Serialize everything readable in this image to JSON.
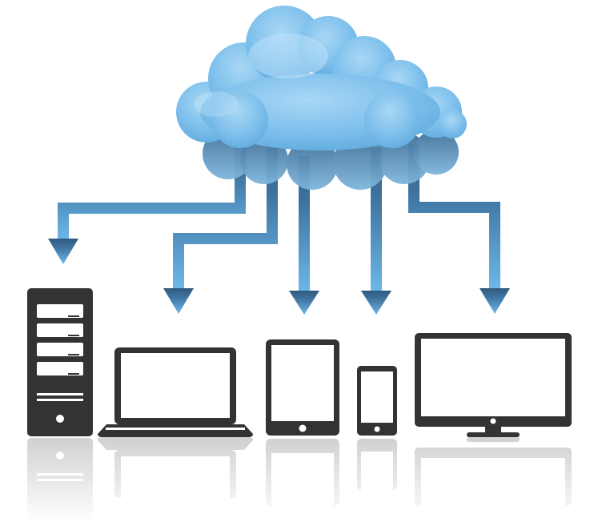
{
  "diagram": {
    "nodes": [
      {
        "id": "cloud",
        "icon": "cloud-icon"
      },
      {
        "id": "server",
        "icon": "server-tower-icon"
      },
      {
        "id": "laptop",
        "icon": "laptop-icon"
      },
      {
        "id": "tablet",
        "icon": "tablet-icon"
      },
      {
        "id": "phone",
        "icon": "smartphone-icon"
      },
      {
        "id": "monitor",
        "icon": "monitor-icon"
      }
    ],
    "edges": [
      {
        "from": "cloud",
        "to": "server"
      },
      {
        "from": "cloud",
        "to": "laptop"
      },
      {
        "from": "cloud",
        "to": "tablet"
      },
      {
        "from": "cloud",
        "to": "phone"
      },
      {
        "from": "cloud",
        "to": "monitor"
      }
    ]
  },
  "colors": {
    "cloud_light": "#9fd0f2",
    "cloud_mid": "#6ab4e6",
    "cloud_shadow": "#4f8fbf",
    "arrow_top": "#3f6f96",
    "arrow_bottom": "#6cb4e4",
    "device": "#333333",
    "screen": "#ffffff"
  }
}
